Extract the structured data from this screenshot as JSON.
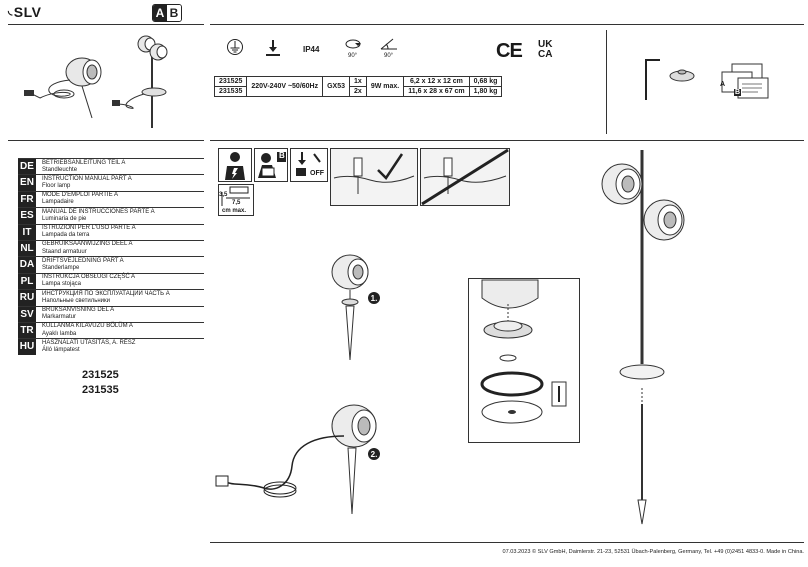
{
  "brand": {
    "logo_text": "SLV"
  },
  "ab_badge": {
    "a": "A",
    "b": "B"
  },
  "symbols": {
    "ip_rating": "IP44",
    "rotation_1": "90°",
    "rotation_2": "90°",
    "ce_mark": "CE",
    "ukca_mark_1": "UK",
    "ukca_mark_2": "CA"
  },
  "spec_table": {
    "rows": [
      {
        "article": "231525",
        "voltage": "220V-240V ~50/60Hz",
        "socket": "GX53",
        "count": "1x",
        "power": "9W max.",
        "dimensions": "6,2 x 12 x 12 cm",
        "weight": "0,68 kg"
      },
      {
        "article": "231535",
        "voltage": "",
        "socket": "",
        "count": "2x",
        "power": "",
        "dimensions": "11,6 x 28 x 67 cm",
        "weight": "1,80 kg"
      }
    ]
  },
  "languages": [
    {
      "code": "DE",
      "title": "BETRIEBSANLEITUNG TEIL A",
      "sub": "Standleuchte"
    },
    {
      "code": "EN",
      "title": "INSTRUCTION MANUAL PART A",
      "sub": "Floor lamp"
    },
    {
      "code": "FR",
      "title": "MODE D'EMPLOI PARTIE A",
      "sub": "Lampadaire"
    },
    {
      "code": "ES",
      "title": "MANUAL DE INSTRUCCIONES PARTE A",
      "sub": "Luminaria de pie"
    },
    {
      "code": "IT",
      "title": "ISTRUZIONI PER L'USO PARTE A",
      "sub": "Lampada da terra"
    },
    {
      "code": "NL",
      "title": "GEBRUIKSAANWIJZING DEEL A",
      "sub": "Staand armatuur"
    },
    {
      "code": "DA",
      "title": "DRIFTSVEJLEDNING PART A",
      "sub": "Standerlampe"
    },
    {
      "code": "PL",
      "title": "INSTRUKCJA OBSŁUGI CZĘŚĆ A",
      "sub": "Lampa stojąca"
    },
    {
      "code": "RU",
      "title": "ИНСТРУКЦИЯ ПО ЭКСПЛУАТАЦИИ ЧАСТЬ A",
      "sub": "Напольные светильники"
    },
    {
      "code": "SV",
      "title": "BRUKSANVISNING DEL A",
      "sub": "Markarmatur"
    },
    {
      "code": "TR",
      "title": "KULLANMA KILAVUZU BÖLÜM A",
      "sub": "Ayaklı lamba"
    },
    {
      "code": "HU",
      "title": "HASZNÁLATI UTASÍTÁS, A. RÉSZ",
      "sub": "Álló lámpatest"
    }
  ],
  "article_numbers": [
    "231525",
    "231535"
  ],
  "pictograms": {
    "b_label": "B",
    "off_label": "OFF",
    "depth_value": "3,5",
    "depth_value_2": "7,5",
    "depth_unit": "cm max."
  },
  "steps": {
    "step1": "1.",
    "step2": "2."
  },
  "docs_icon": {
    "a": "A",
    "b": "B"
  },
  "footer": "07.03.2023 © SLV GmbH, Daimlerstr. 21-23, 52531 Übach-Palenberg, Germany, Tel. +49 (0)2451 4833-0. Made in China."
}
